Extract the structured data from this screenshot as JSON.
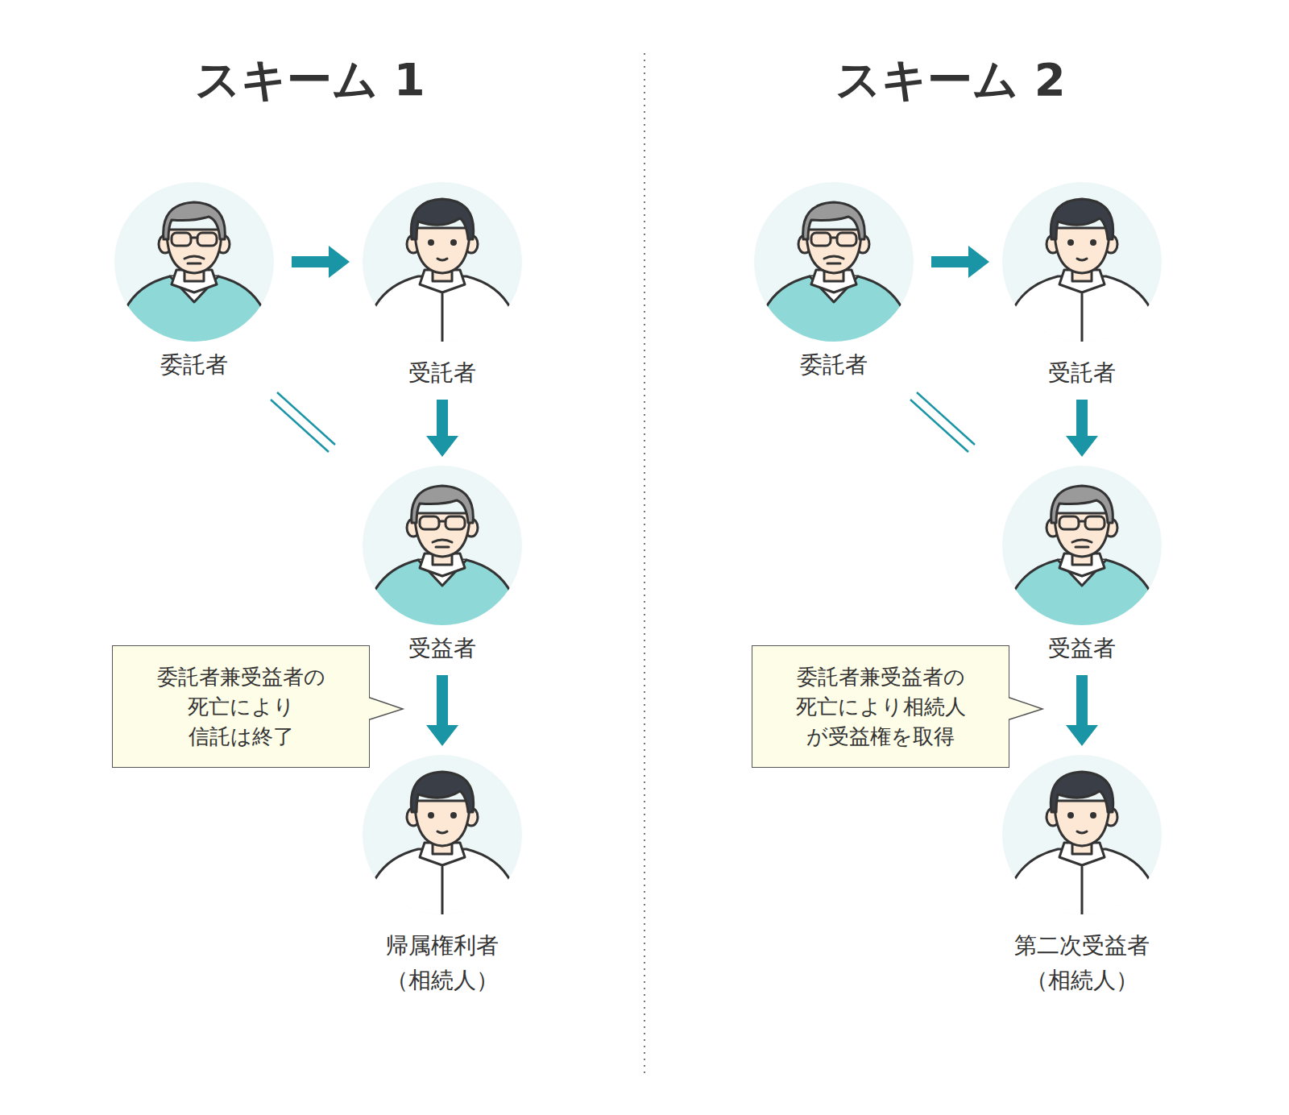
{
  "diagram": {
    "nodes": [
      {
        "text": [
          "委託者"
        ]
      },
      {
        "text": [
          "受託者"
        ]
      },
      {
        "text": [
          "受益者"
        ]
      },
      {
        "text": [
          "委託者兼受益者の 死亡により 信託は終了"
        ]
      },
      {
        "text": [
          "帰属権利者 （相続人）"
        ]
      },
      {
        "text": [
          "委託者"
        ]
      },
      {
        "text": [
          "受託者"
        ]
      },
      {
        "text": [
          "受益者"
        ]
      },
      {
        "text": [
          "委託者兼受益者の 死亡により相続人 が受益権を取得"
        ]
      },
      {
        "text": [
          "第二次受益者 （相続人）"
        ]
      }
    ],
    "edges": [
      {
        "from": 0,
        "to": 1,
        "arrow": "to"
      },
      {
        "from": 1,
        "to": 2,
        "arrow": "to"
      },
      {
        "from": 2,
        "to": 4,
        "arrow": "to"
      },
      {
        "from": 5,
        "to": 6,
        "arrow": "to"
      },
      {
        "from": 6,
        "to": 7,
        "arrow": "to"
      },
      {
        "from": 7,
        "to": 9,
        "arrow": "to"
      }
    ],
    "labels": [
      "スキーム 1",
      "スキーム 2"
    ]
  }
}
